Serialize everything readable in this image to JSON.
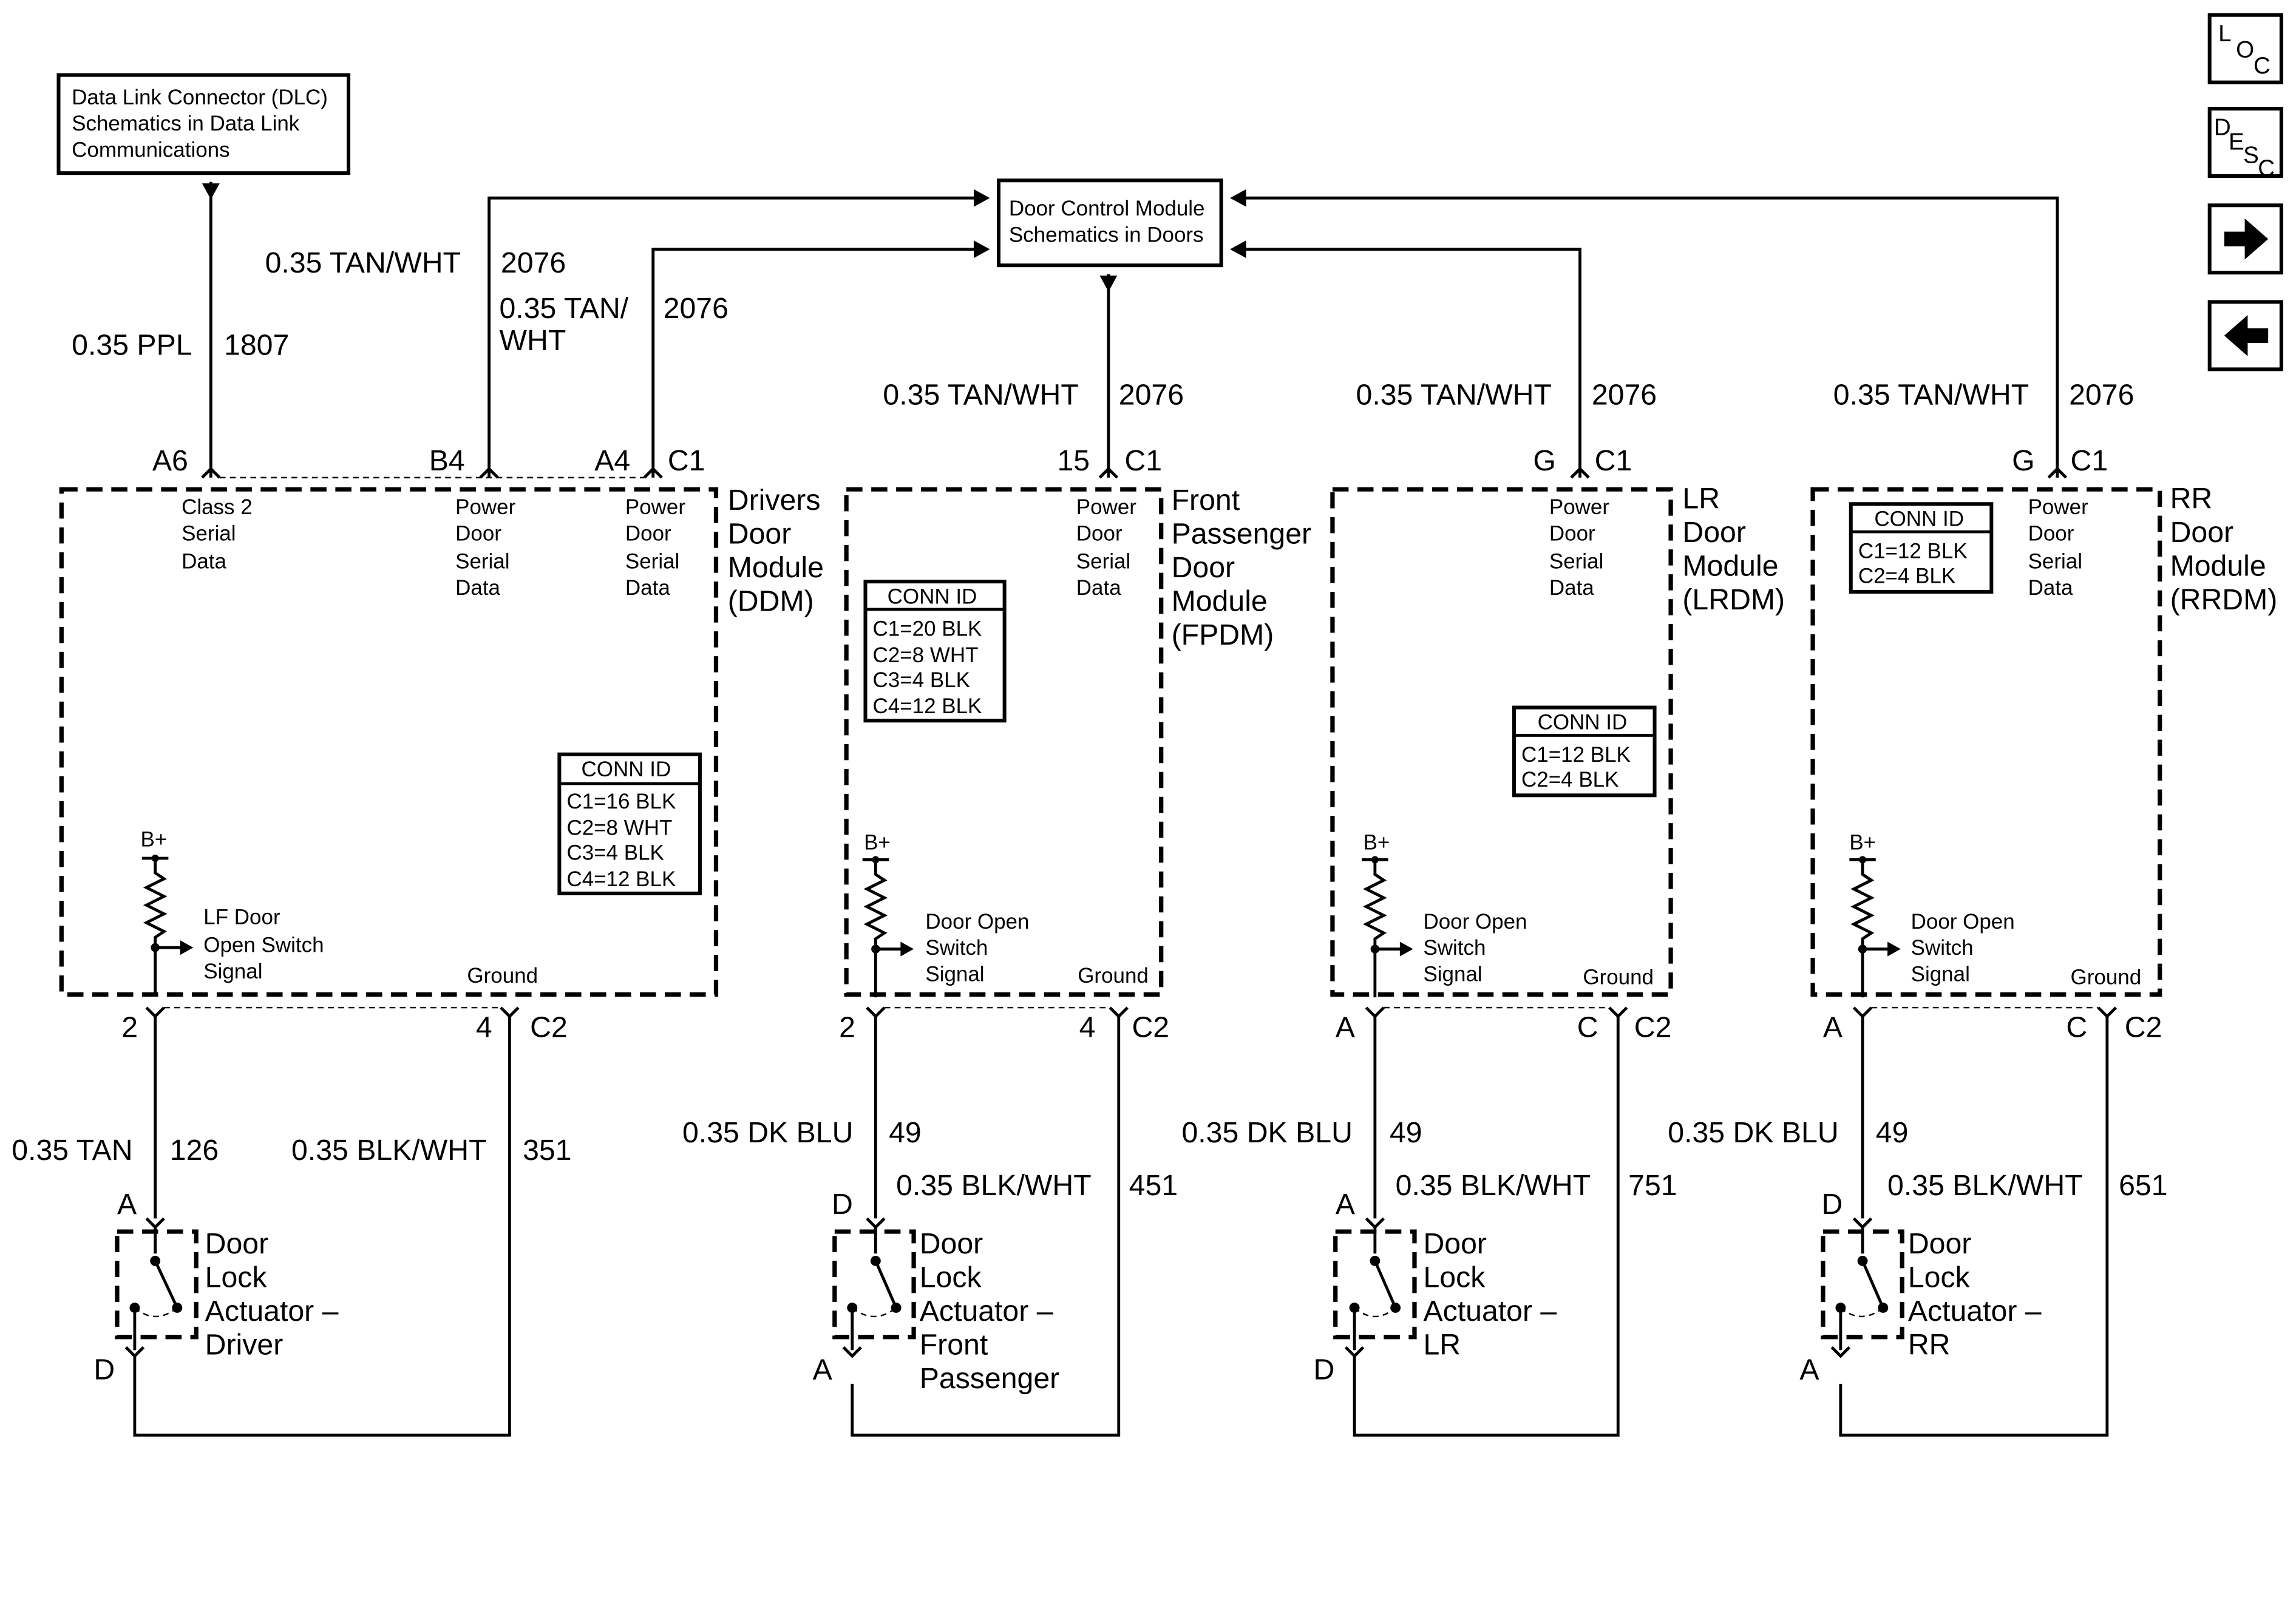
{
  "nav": {
    "loc_btn": [
      "L",
      "O",
      "C"
    ],
    "desc_btn": [
      "D",
      "E",
      "S",
      "C"
    ],
    "next_icon": "arrow-right-icon",
    "prev_icon": "arrow-left-icon"
  },
  "dlc": [
    "Data Link Connector (DLC)",
    "Schematics in Data Link",
    "Communications"
  ],
  "dcm": [
    "Door Control Module",
    "Schematics in Doors"
  ],
  "wires_top": {
    "ppl_gauge": "0.35 PPL",
    "ppl_circuit": "1807",
    "tw1_gauge": "0.35 TAN/WHT",
    "tw1_circuit": "2076",
    "tw2_gauge_l1": "0.35 TAN/",
    "tw2_gauge_l2": "WHT",
    "tw2_circuit": "2076",
    "fp_gauge": "0.35 TAN/WHT",
    "fp_circuit": "2076",
    "lr_gauge": "0.35 TAN/WHT",
    "lr_circuit": "2076",
    "rr_gauge": "0.35 TAN/WHT",
    "rr_circuit": "2076"
  },
  "ddm": {
    "name": [
      "Drivers",
      "Door",
      "Module",
      "(DDM)"
    ],
    "pin_a6": "A6",
    "pin_b4": "B4",
    "pin_a4": "A4",
    "conn_c1": "C1",
    "class2": [
      "Class 2",
      "Serial",
      "Data"
    ],
    "power1": [
      "Power",
      "Door",
      "Serial",
      "Data"
    ],
    "power2": [
      "Power",
      "Door",
      "Serial",
      "Data"
    ],
    "conn_id_title": "CONN ID",
    "conn_id": [
      "C1=16 BLK",
      "C2=8 WHT",
      "C3=4 BLK",
      "C4=12 BLK"
    ],
    "bplus": "B+",
    "switch_signal": [
      "LF Door",
      "Open Switch",
      "Signal"
    ],
    "ground": "Ground",
    "pin_bot_left": "2",
    "pin_bot_right": "4",
    "conn_c2": "C2"
  },
  "fpdm": {
    "name": [
      "Front",
      "Passenger",
      "Door",
      "Module",
      "(FPDM)"
    ],
    "pin_top": "15",
    "conn_c1": "C1",
    "power": [
      "Power",
      "Door",
      "Serial",
      "Data"
    ],
    "conn_id_title": "CONN ID",
    "conn_id": [
      "C1=20 BLK",
      "C2=8 WHT",
      "C3=4 BLK",
      "C4=12 BLK"
    ],
    "bplus": "B+",
    "switch_signal": [
      "Door Open",
      "Switch",
      "Signal"
    ],
    "ground": "Ground",
    "pin_bot_left": "2",
    "pin_bot_right": "4",
    "conn_c2": "C2"
  },
  "lrdm": {
    "name": [
      "LR",
      "Door",
      "Module",
      "(LRDM)"
    ],
    "pin_top": "G",
    "conn_c1": "C1",
    "power": [
      "Power",
      "Door",
      "Serial",
      "Data"
    ],
    "conn_id_title": "CONN ID",
    "conn_id": [
      "C1=12 BLK",
      "C2=4 BLK"
    ],
    "bplus": "B+",
    "switch_signal": [
      "Door Open",
      "Switch",
      "Signal"
    ],
    "ground": "Ground",
    "pin_bot_left": "A",
    "pin_bot_right": "C",
    "conn_c2": "C2"
  },
  "rrdm": {
    "name": [
      "RR",
      "Door",
      "Module",
      "(RRDM)"
    ],
    "pin_top": "G",
    "conn_c1": "C1",
    "power": [
      "Power",
      "Door",
      "Serial",
      "Data"
    ],
    "conn_id_title": "CONN ID",
    "conn_id": [
      "C1=12 BLK",
      "C2=4 BLK"
    ],
    "bplus": "B+",
    "switch_signal": [
      "Door Open",
      "Switch",
      "Signal"
    ],
    "ground": "Ground",
    "pin_bot_left": "A",
    "pin_bot_right": "C",
    "conn_c2": "C2"
  },
  "wires_bottom": {
    "drv_sig_gauge": "0.35 TAN",
    "drv_sig_circuit": "126",
    "drv_gnd_gauge": "0.35 BLK/WHT",
    "drv_gnd_circuit": "351",
    "fp_sig_gauge": "0.35 DK BLU",
    "fp_sig_circuit": "49",
    "fp_gnd_gauge": "0.35 BLK/WHT",
    "fp_gnd_circuit": "451",
    "lr_sig_gauge": "0.35 DK BLU",
    "lr_sig_circuit": "49",
    "lr_gnd_gauge": "0.35 BLK/WHT",
    "lr_gnd_circuit": "751",
    "rr_sig_gauge": "0.35 DK BLU",
    "rr_sig_circuit": "49",
    "rr_gnd_gauge": "0.35 BLK/WHT",
    "rr_gnd_circuit": "651"
  },
  "actuators": {
    "driver": {
      "pin_top": "A",
      "pin_bot": "D",
      "label": [
        "Door",
        "Lock",
        "Actuator –",
        "Driver"
      ]
    },
    "front_passenger": {
      "pin_top": "D",
      "pin_bot": "A",
      "label": [
        "Door",
        "Lock",
        "Actuator –",
        "Front",
        "Passenger"
      ]
    },
    "lr": {
      "pin_top": "A",
      "pin_bot": "D",
      "label": [
        "Door",
        "Lock",
        "Actuator –",
        "LR"
      ]
    },
    "rr": {
      "pin_top": "D",
      "pin_bot": "A",
      "label": [
        "Door",
        "Lock",
        "Actuator –",
        "RR"
      ]
    }
  }
}
